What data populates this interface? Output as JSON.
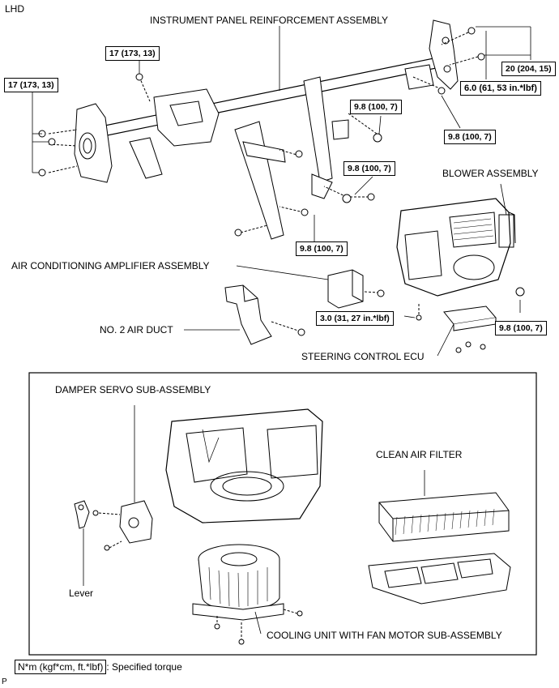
{
  "orientation": "LHD",
  "parts": {
    "instrument_panel": "INSTRUMENT PANEL REINFORCEMENT ASSEMBLY",
    "blower": "BLOWER ASSEMBLY",
    "ac_amplifier": "AIR CONDITIONING AMPLIFIER ASSEMBLY",
    "air_duct": "NO. 2 AIR DUCT",
    "steering_ecu": "STEERING CONTROL ECU",
    "damper_servo": "DAMPER SERVO SUB-ASSEMBLY",
    "clean_air_filter": "CLEAN AIR FILTER",
    "lever": "Lever",
    "cooling_unit": "COOLING UNIT WITH FAN MOTOR SUB-ASSEMBLY"
  },
  "torques": {
    "t17_left": "17 (173, 13)",
    "t17_top": "17 (173, 13)",
    "t20": "20 (204, 15)",
    "t6": "6.0 (61, 53 in.*lbf)",
    "t98_a": "9.8 (100, 7)",
    "t98_b": "9.8 (100, 7)",
    "t98_c": "9.8 (100, 7)",
    "t98_d": "9.8 (100, 7)",
    "t98_e": "9.8 (100, 7)",
    "t3": "3.0 (31, 27 in.*lbf)"
  },
  "legend": {
    "unit": "N*m (kgf*cm, ft.*lbf)",
    "text": ": Specified torque"
  },
  "footer_code": "P"
}
